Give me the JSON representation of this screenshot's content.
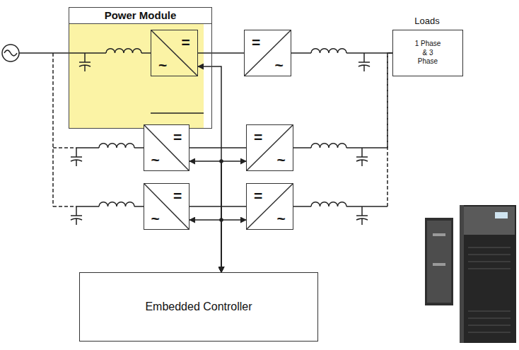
{
  "diagram": {
    "nodes": [
      {
        "text": [
          "Power Module"
        ]
      },
      {
        "text": [
          "=",
          "~"
        ],
        "in": 0
      },
      {
        "text": [
          "=",
          "~"
        ]
      },
      {
        "text": [
          "Loads",
          "1 Phase & 3 Phase"
        ]
      },
      {
        "text": [
          "=",
          "~"
        ]
      },
      {
        "text": [
          "=",
          "~"
        ]
      },
      {
        "text": [
          "=",
          "~"
        ]
      },
      {
        "text": [
          "=",
          "~"
        ]
      },
      {
        "text": [
          "Embedded Controller"
        ]
      }
    ],
    "edges": [
      {
        "from": 1,
        "to": 2,
        "arrow": "none"
      },
      {
        "from": 2,
        "to": 3,
        "arrow": "none"
      },
      {
        "from": 4,
        "to": 5,
        "arrow": "none"
      },
      {
        "from": 5,
        "to": 3,
        "arrow": "none"
      },
      {
        "from": 6,
        "to": 7,
        "arrow": "none"
      },
      {
        "from": 7,
        "to": 3,
        "arrow": "none"
      },
      {
        "from": 8,
        "to": 1,
        "arrow": "both"
      },
      {
        "from": 8,
        "to": 4,
        "arrow": "both"
      },
      {
        "from": 8,
        "to": 5,
        "arrow": "both"
      },
      {
        "from": 8,
        "to": 6,
        "arrow": "both"
      },
      {
        "from": 8,
        "to": 7,
        "arrow": "both"
      }
    ]
  }
}
